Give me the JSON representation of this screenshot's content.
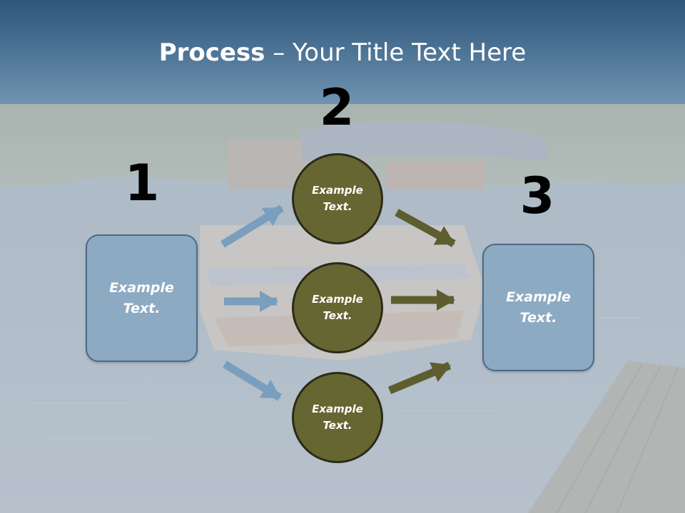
{
  "slide": {
    "title_bold": "Process",
    "title_rest": " – Your Title Text Here"
  },
  "steps": {
    "step1": "1",
    "step2": "2",
    "step3": "3"
  },
  "boxes": {
    "left": "Example Text.",
    "right": "Example Text."
  },
  "circles": {
    "top": "Example Text.",
    "middle": "Example Text.",
    "bottom": "Example Text."
  },
  "colors": {
    "title_band": "#4a7193",
    "box_fill": "#8daac3",
    "circle_fill": "#666633",
    "arrow_blue": "#7a9ebd",
    "arrow_olive": "#5d5d2f"
  }
}
